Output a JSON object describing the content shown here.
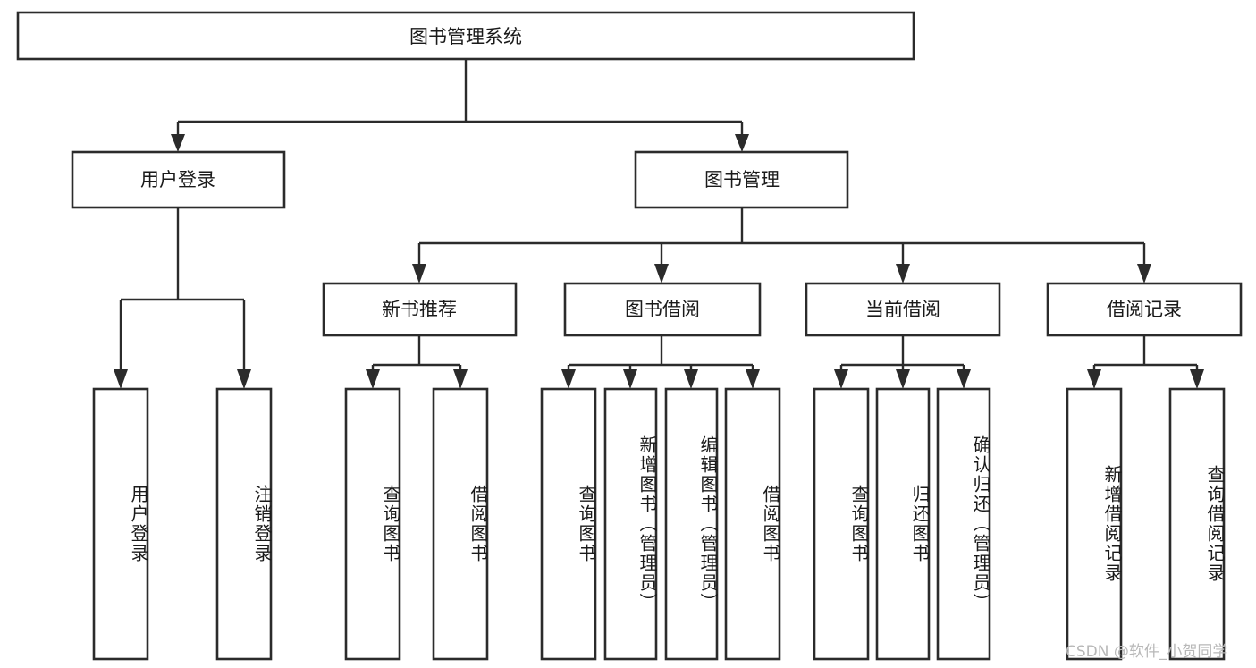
{
  "diagram": {
    "type": "tree",
    "title": "图书管理系统",
    "orientation": "top-down",
    "colors": {
      "box_fill": "#ffffff",
      "box_stroke": "#2b2b2b",
      "connector": "#2b2b2b",
      "text": "#1a1a1a",
      "watermark": "#b8b8b8"
    },
    "root": {
      "label": "图书管理系统"
    },
    "level2": [
      {
        "label": "用户登录"
      },
      {
        "label": "图书管理"
      }
    ],
    "level3": [
      {
        "label": "新书推荐"
      },
      {
        "label": "图书借阅"
      },
      {
        "label": "当前借阅"
      },
      {
        "label": "借阅记录"
      }
    ],
    "leaves": {
      "user_login": [
        {
          "label": "用户登录"
        },
        {
          "label": "注销登录"
        }
      ],
      "new_book": [
        {
          "label": "查询图书"
        },
        {
          "label": "借阅图书"
        }
      ],
      "book_borrow": [
        {
          "label": "查询图书"
        },
        {
          "label": "新增图书（管理员）"
        },
        {
          "label": "编辑图书（管理员）"
        },
        {
          "label": "借阅图书"
        }
      ],
      "current_borrow": [
        {
          "label": "查询图书"
        },
        {
          "label": "归还图书"
        },
        {
          "label": "确认归还（管理员）"
        }
      ],
      "borrow_record": [
        {
          "label": "新增借阅记录"
        },
        {
          "label": "查询借阅记录"
        }
      ]
    },
    "watermark": "CSDN @软件_小贺同学"
  }
}
